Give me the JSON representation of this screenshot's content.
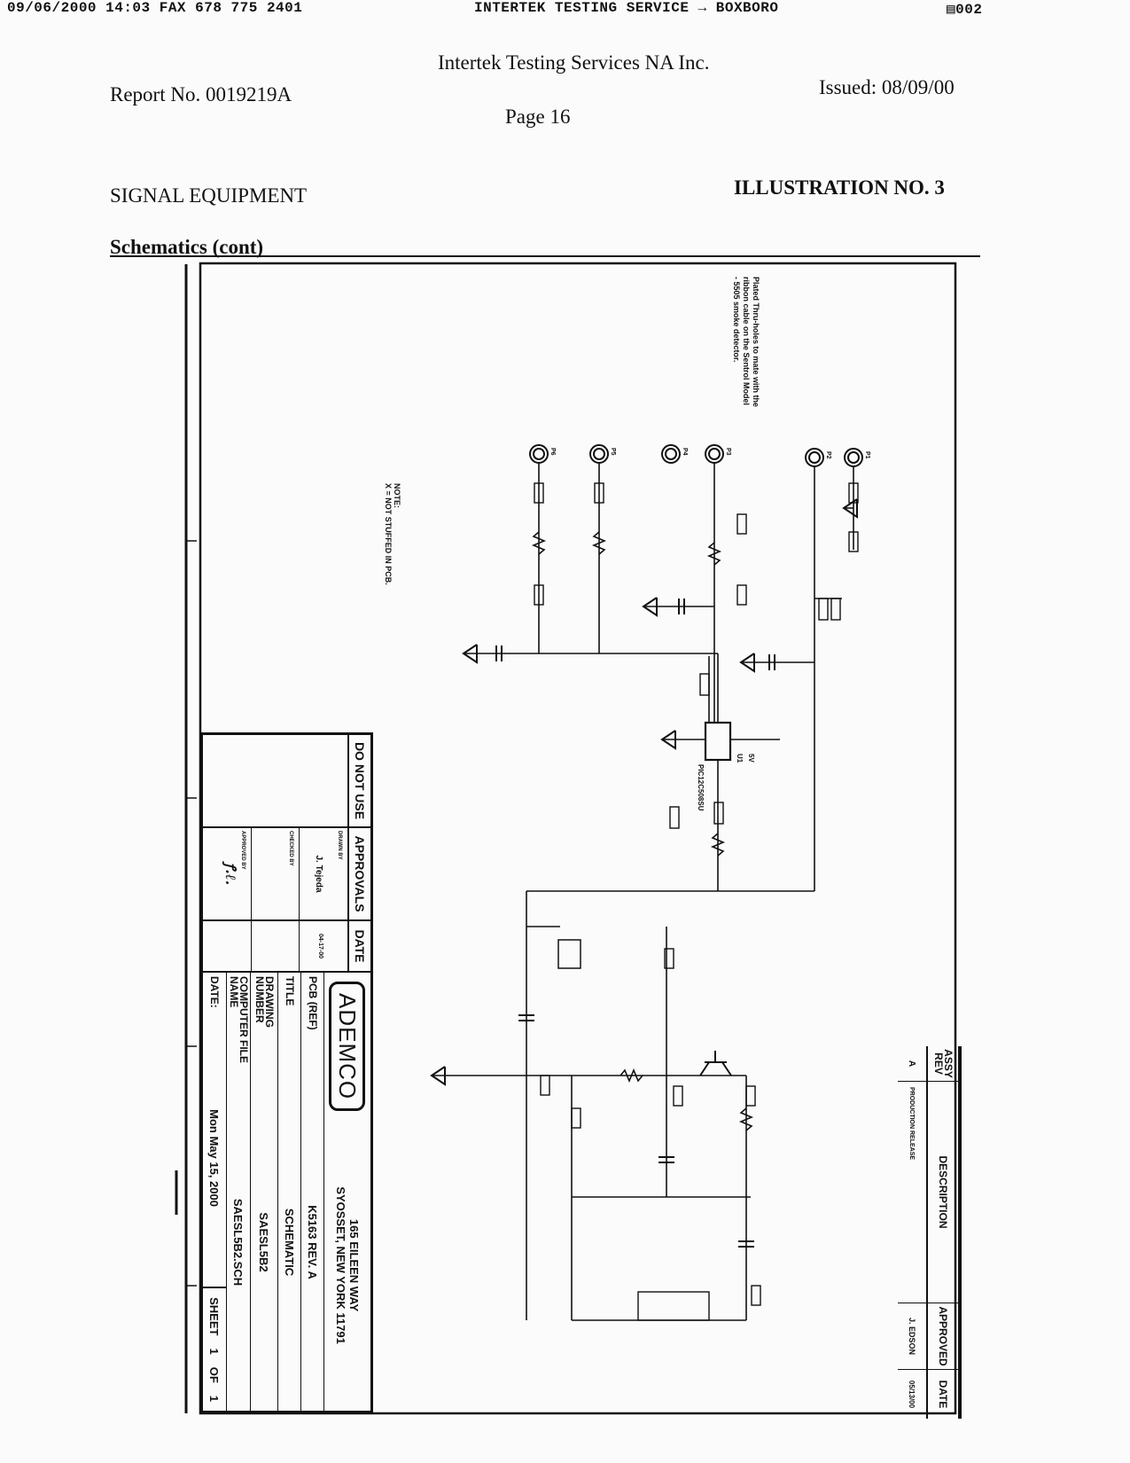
{
  "fax_header": {
    "left": "09/06/2000 14:03 FAX 678 775 2401",
    "center": "INTERTEK TESTING SERVICE → BOXBORO",
    "right": "002"
  },
  "report": {
    "company": "Intertek Testing Services NA Inc.",
    "report_no": "Report No. 0019219A",
    "issued": "Issued: 08/09/00",
    "page": "Page 16",
    "section": "SIGNAL EQUIPMENT",
    "illustration": "ILLUSTRATION NO. 3",
    "subtitle": "Schematics (cont)"
  },
  "schematic": {
    "note_title": "NOTE:",
    "note_text": "X = NOT STUFFED IN PCB.",
    "pad_note": [
      "Plated Thru-holes to mate with the",
      "ribbon cable on the Sentrol Model",
      "- 5505 smoke detector."
    ],
    "ic_ref": "U1",
    "ic_part": "PIC12C508SU",
    "supply": "5V",
    "connectors": [
      "P6",
      "P5",
      "P4",
      "P3",
      "P2",
      "P1"
    ]
  },
  "title_block": {
    "do_not_use": "DO NOT USE",
    "approvals_header": "APPROVALS",
    "date_header": "DATE",
    "drawn_by_label": "DRAWN BY",
    "drawn_by": "J. Tejeda",
    "drawn_date": "04-17-00",
    "checked_by_label": "CHECKED BY",
    "approved_by_label": "APPROVED BY",
    "company": "ADEMCO",
    "address_line1": "165 EILEEN WAY",
    "address_line2": "SYOSSET, NEW YORK  11791",
    "pcb_label": "PCB (REF)",
    "pcb_value": "K5163  REV. A",
    "title_label": "TITLE",
    "title_value": "SCHEMATIC",
    "drawing_number_label": "DRAWING NUMBER",
    "drawing_number": "SAESL5B2",
    "file_name_label": "COMPUTER FILE NAME",
    "file_name": "SAESL5B2.SCH",
    "date_label": "DATE:",
    "date_value": "Mon May 15, 2000",
    "sheet_label": "SHEET",
    "sheet_no": "1",
    "of_label": "OF",
    "sheet_total": "1"
  },
  "revision_block": {
    "headers": [
      "ASSY REV",
      "DESCRIPTION",
      "APPROVED",
      "DATE"
    ],
    "rows": [
      [
        "A",
        "PRODUCTION RELEASE",
        "J. EDSON",
        "05/13/00"
      ]
    ]
  }
}
